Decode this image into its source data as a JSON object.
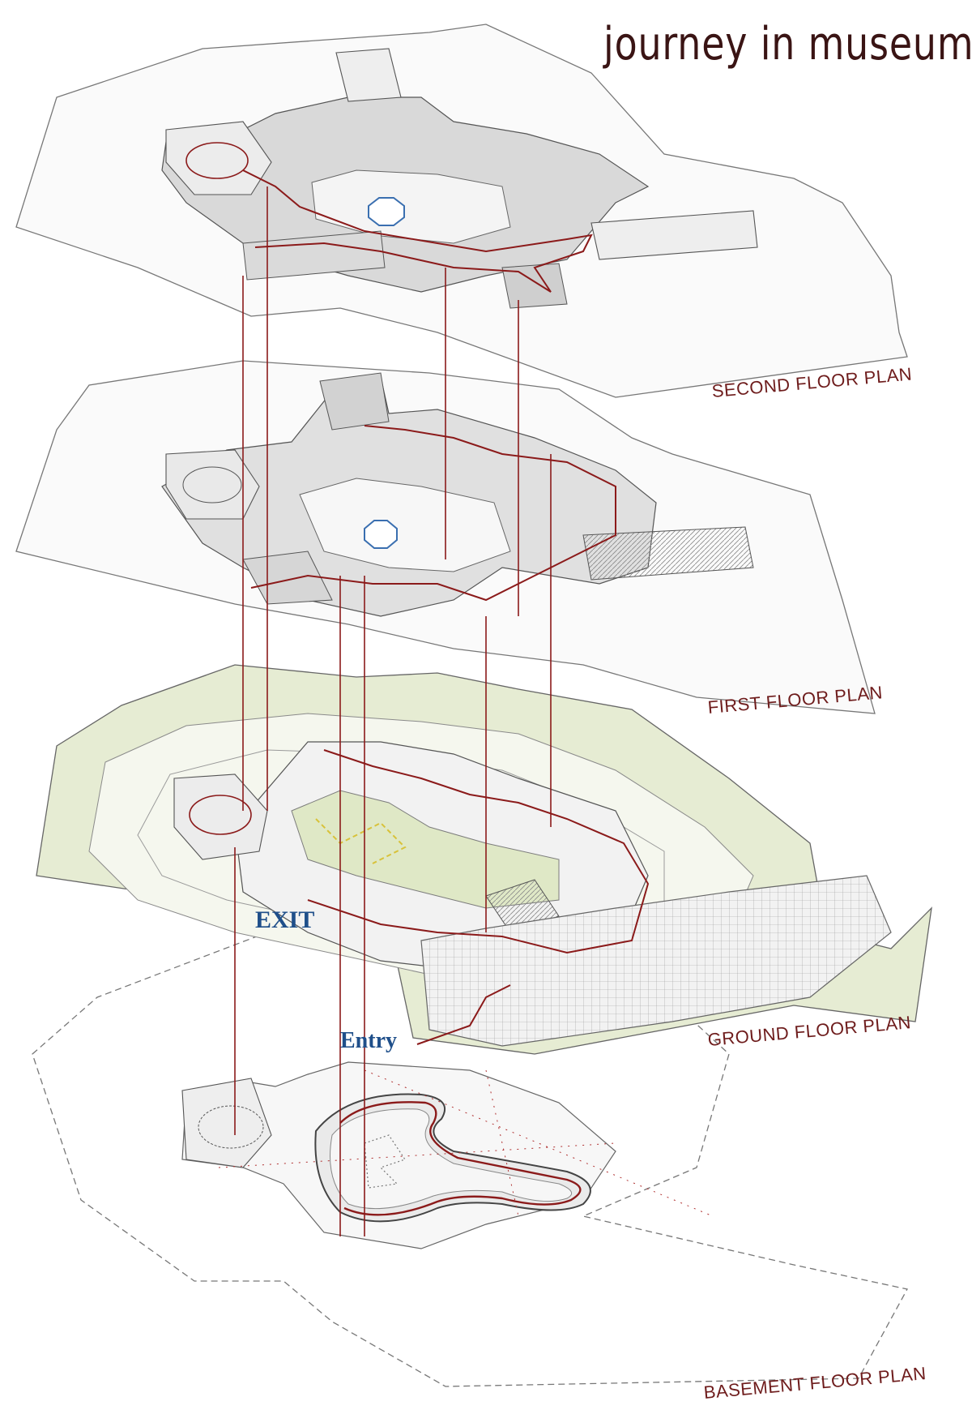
{
  "title": "journey in museum",
  "floors": {
    "second": "SECOND FLOOR PLAN",
    "first": "FIRST FLOOR PLAN",
    "ground": "GROUND FLOOR PLAN",
    "basement": "BASEMENT FLOOR PLAN"
  },
  "path_labels": {
    "exit": "EXIT",
    "entry": "Entry"
  },
  "colors": {
    "title": "#3a1414",
    "floor_label": "#6e1c1c",
    "journey_path": "#8b1a1a",
    "path_label": "#1f4f8a",
    "landscape": "#e6ecd3",
    "building_fill": "#d9d9d9",
    "outline": "#555555"
  }
}
